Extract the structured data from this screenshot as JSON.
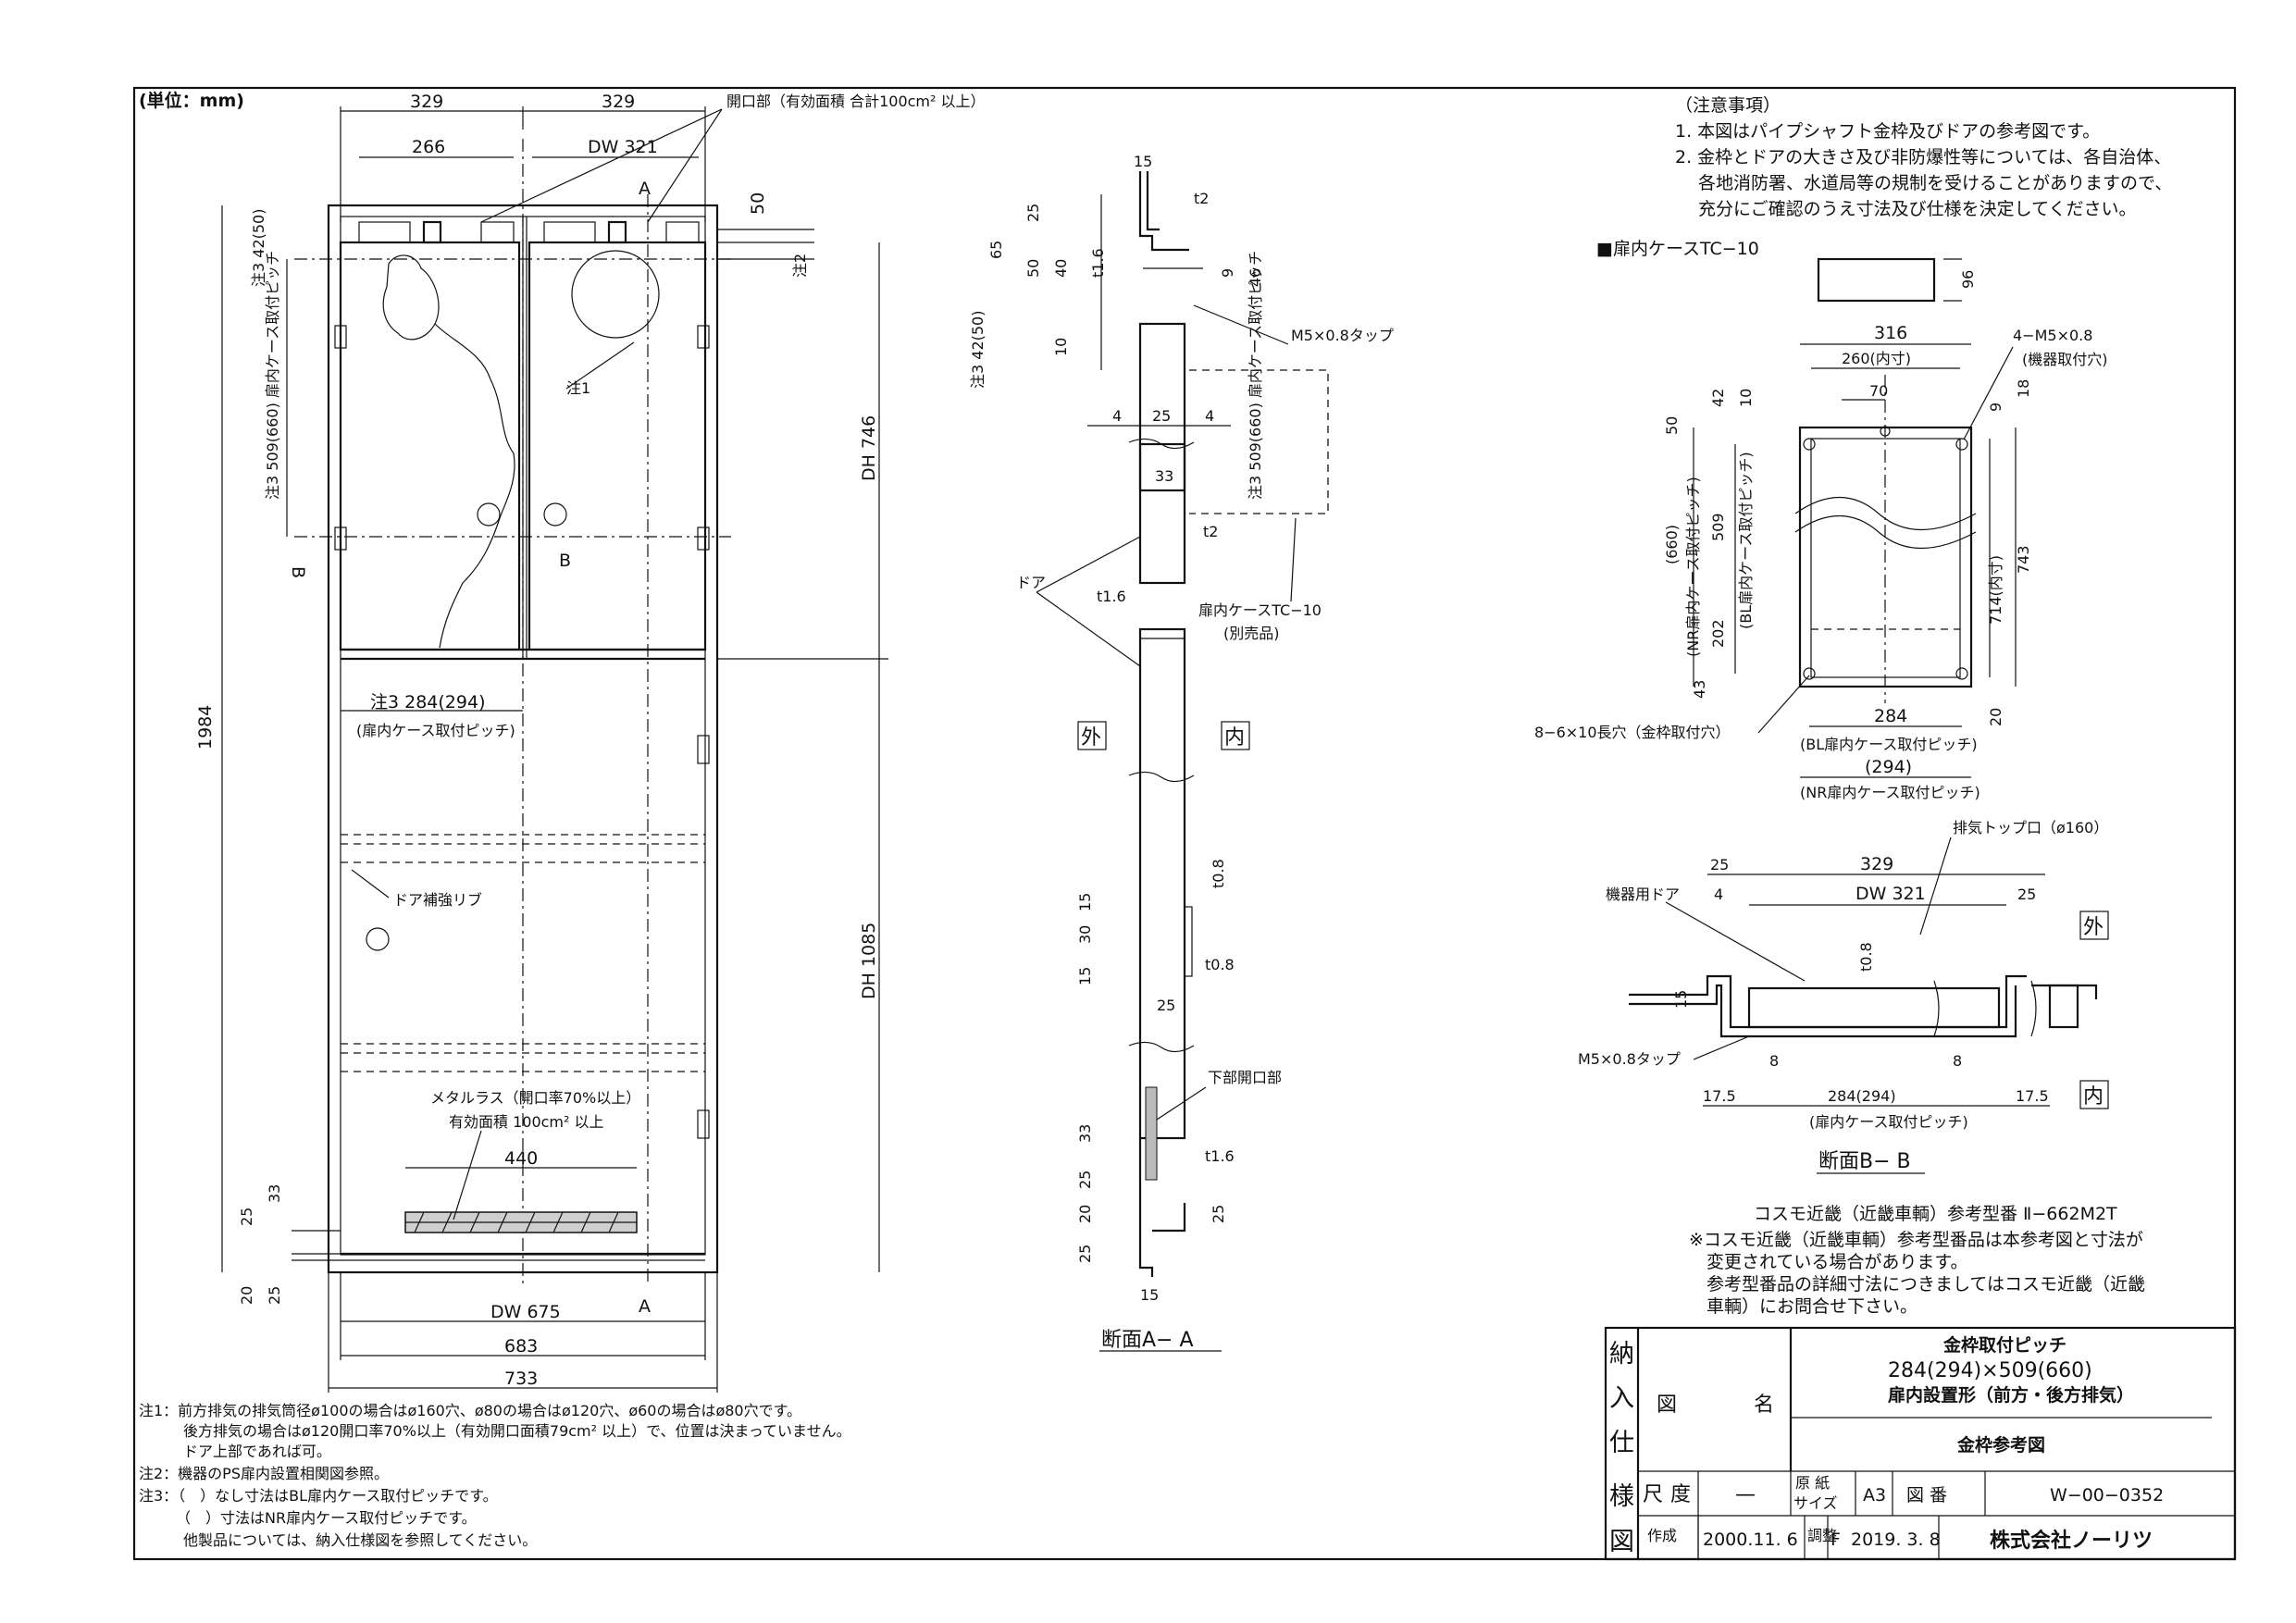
{
  "unit_label": "(単位：mm)",
  "front": {
    "dim_top_left": "329",
    "dim_top_right": "329",
    "opening_note": "開口部（有効面積 合計100cm² 以上）",
    "dim_266": "266",
    "dw321": "DW 321",
    "dim_50": "50",
    "note3_42": "注3 42(50)",
    "note2": "注2",
    "note1": "注1",
    "pitch_v": "注3 509(660) 扉内ケース取付ピッチ",
    "dh746": "DH 746",
    "dh1085": "DH 1085",
    "h1984": "1984",
    "pitch_h": "注3 284(294)",
    "pitch_h_sub": "(扉内ケース取付ピッチ)",
    "rib": "ドア補強リブ",
    "metal_lath": "メタルラス（開口率70%以上）",
    "metal_area": "有効面積 100cm² 以上",
    "dim_440": "440",
    "dim_33": "33",
    "dim_25a": "25",
    "dim_20": "20",
    "dim_25b": "25",
    "dw675": "DW 675",
    "dim_683": "683",
    "dim_733": "733",
    "sec_a": "A",
    "sec_b": "B"
  },
  "section_aa": {
    "d15": "15",
    "t2": "t2",
    "d65": "65",
    "d25": "25",
    "d50": "50",
    "d40": "40",
    "t16": "t1.6",
    "d9": "9",
    "d46": "46",
    "d10": "10",
    "tap": "M5×0.8タップ",
    "note42": "注3 42(50)",
    "d4a": "4",
    "d25b": "25",
    "d4b": "4",
    "pitch": "注3 509(660) 扉内ケース取付ピッチ",
    "d33": "33",
    "door": "ドア",
    "t16b": "t1.6",
    "t2b": "t2",
    "case": "扉内ケースTC−10",
    "case_sub": "(別売品)",
    "outside": "外",
    "inside": "内",
    "t08a": "t0.8",
    "d15a": "15",
    "d30": "30",
    "d15b": "15",
    "t08b": "t0.8",
    "d25c": "25",
    "lower_open": "下部開口部",
    "d33b": "33",
    "t16c": "t1.6",
    "d25d": "25",
    "d20": "20",
    "d25e": "25",
    "d25f": "25",
    "d15c": "15",
    "title": "断面A− A"
  },
  "notes_top": {
    "header": "（注意事項）",
    "lines": [
      "1. 本図はパイプシャフト金枠及びドアの参考図です。",
      "2. 金枠とドアの大きさ及び非防爆性等については、各自治体、",
      "　 各地消防署、水道局等の規制を受けることがありますので、",
      "　 充分にご確認のうえ寸法及び仕様を決定してください。"
    ]
  },
  "tc10": {
    "title": "■扉内ケースTC−10",
    "d96": "96",
    "d316": "316",
    "d260": "260(内寸)",
    "holes": "4−M5×0.8",
    "holes_sub": "(機器取付穴)",
    "d70": "70",
    "d42": "42",
    "d10": "10",
    "d9": "9",
    "d18": "18",
    "d50": "50",
    "d660": "(660)",
    "nr_pitch": "(NR扉内ケース取付ピッチ)",
    "d509": "509",
    "bl_pitch": "(BL扉内ケース取付ピッチ)",
    "d202": "202",
    "d43": "43",
    "d714": "714(内寸)",
    "d743": "743",
    "d20": "20",
    "slots": "8−6×10長穴（金枠取付穴）",
    "d284": "284",
    "bl_case_pitch": "(BL扉内ケース取付ピッチ)",
    "d294": "(294)",
    "nr_case_pitch": "(NR扉内ケース取付ピッチ)"
  },
  "section_bb": {
    "exhaust": "排気トップ口（ø160）",
    "d25a": "25",
    "d329": "329",
    "equip_door": "機器用ドア",
    "d4": "4",
    "dw321": "DW 321",
    "d25b": "25",
    "outside": "外",
    "inside": "内",
    "t08": "t0.8",
    "d15": "15",
    "tap": "M5×0.8タップ",
    "d8a": "8",
    "d8b": "8",
    "d175a": "17.5",
    "d284": "284(294)",
    "d175b": "17.5",
    "pitch": "(扉内ケース取付ピッチ)",
    "title": "断面B− B"
  },
  "cosmo": {
    "ref": "コスモ近畿（近畿車輌）参考型番 Ⅱ−662M2T",
    "lines": [
      "※コスモ近畿（近畿車輌）参考型番品は本参考図と寸法が",
      "　変更されている場合があります。",
      "　参考型番品の詳細寸法につきましてはコスモ近畿（近畿",
      "　車輌）にお問合せ下さい。"
    ]
  },
  "bottom_notes": [
    "注1：前方排気の排気筒径ø100の場合はø160穴、ø80の場合はø120穴、ø60の場合はø80穴です。",
    "　　　後方排気の場合はø120開口率70%以上（有効開口面積79cm² 以上）で、位置は決まっていません。",
    "　　　ドア上部であれば可。",
    "注2：機器のPS扉内設置相関図参照。",
    "注3：（　）なし寸法はBL扉内ケース取付ピッチです。",
    "　　　（　）寸法はNR扉内ケース取付ピッチです。",
    "　　　他製品については、納入仕様図を参照してください。"
  ],
  "title_block": {
    "side": [
      "納",
      "入",
      "仕",
      "様",
      "図"
    ],
    "zu": "図",
    "mei": "名",
    "line1": "金枠取付ピッチ",
    "line2": "284(294)×509(660)",
    "line3": "扉内設置形（前方・後方排気）",
    "line4": "金枠参考図",
    "scale_l1": "尺",
    "scale_l2": "度",
    "scale_v": "—",
    "paper_l": "原 紙",
    "paper_l2": "サイズ",
    "paper_v": "A3",
    "no_l": "図 番",
    "no_v": "W−00−0352",
    "made_l": "作成",
    "made_v": "2000.11. 6",
    "adj_l": "調整",
    "adj_mark": "F",
    "adj_v": "2019. 3. 8",
    "company": "株式会社ノーリツ"
  }
}
